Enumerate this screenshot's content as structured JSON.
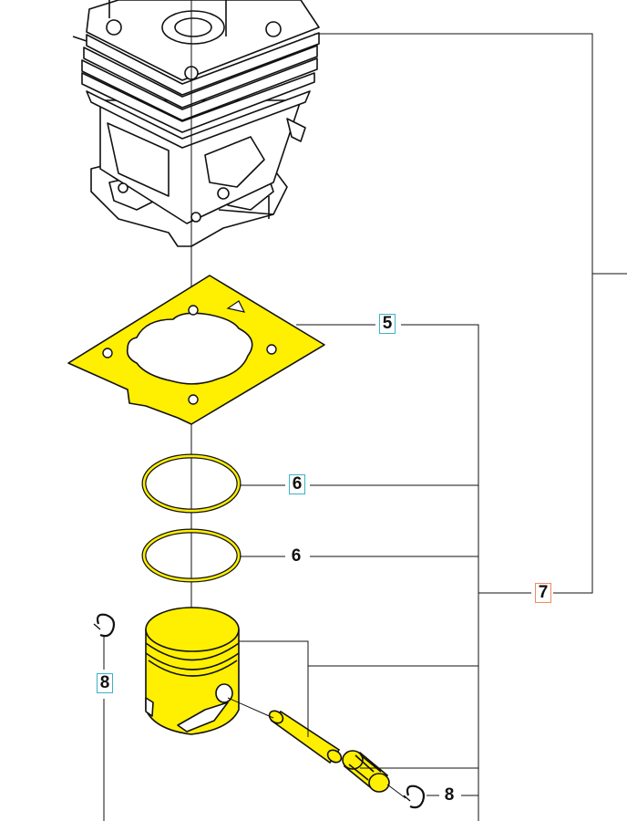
{
  "diagram": {
    "type": "exploded-parts-view",
    "colors": {
      "highlight": "#ffef00",
      "line": "#111111",
      "callout_box_cyan": "#3bb2c7",
      "callout_box_orange": "#f08a5d"
    },
    "parts": [
      {
        "name": "cylinder",
        "highlighted": false
      },
      {
        "name": "gasket",
        "highlighted": true
      },
      {
        "name": "piston-ring-upper",
        "highlighted": true
      },
      {
        "name": "piston-ring-lower",
        "highlighted": true
      },
      {
        "name": "piston",
        "highlighted": true
      },
      {
        "name": "piston-pin",
        "highlighted": true
      },
      {
        "name": "needle-bearing",
        "highlighted": true
      },
      {
        "name": "circlip",
        "highlighted": false
      }
    ],
    "callouts": {
      "c5": "5",
      "c6a": "6",
      "c6b": "6",
      "c7": "7",
      "c8a": "8",
      "c8b": "8"
    }
  }
}
